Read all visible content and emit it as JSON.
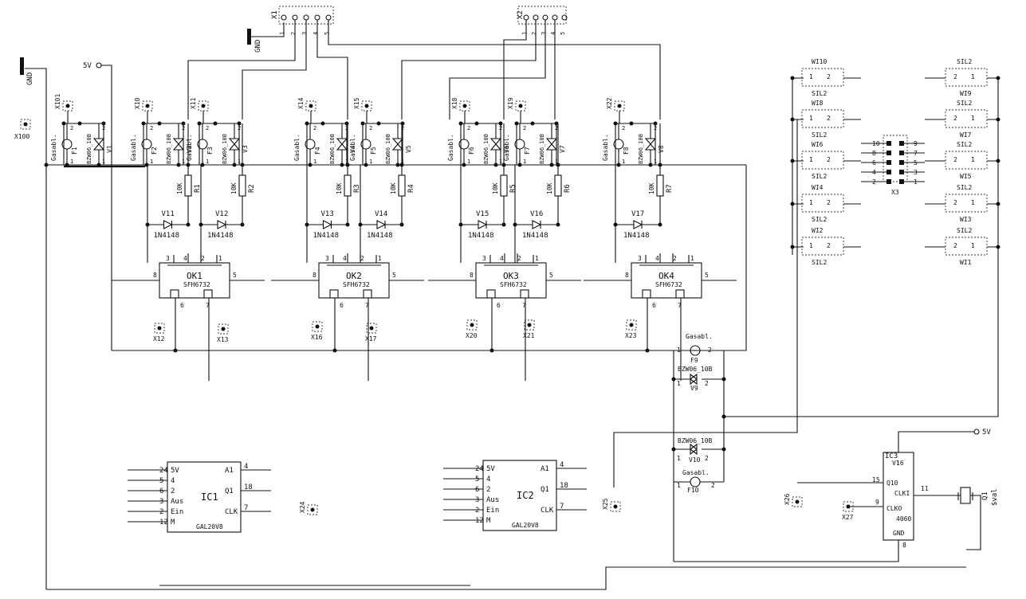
{
  "supply": {
    "vcc": "5V",
    "gnd": "GND",
    "vcc_ic3": "5V"
  },
  "connectors": {
    "X1": {
      "label": "X1",
      "pins": [
        "1",
        "2",
        "3",
        "4",
        "5"
      ]
    },
    "X2": {
      "label": "X2",
      "pins": [
        "1",
        "2",
        "3",
        "4",
        "5"
      ]
    },
    "X3": {
      "label": "X3",
      "left_pins": [
        "10",
        "8",
        "6",
        "4",
        "2"
      ],
      "right_pins": [
        "9",
        "7",
        "5",
        "3",
        "1"
      ]
    }
  },
  "jumpers_left": [
    {
      "name": "WI10",
      "pkg": "SIL2",
      "pins": [
        "1",
        "2"
      ]
    },
    {
      "name": "WI8",
      "pkg": "SIL2",
      "pins": [
        "1",
        "2"
      ]
    },
    {
      "name": "WI6",
      "pkg": "SIL2",
      "pins": [
        "1",
        "2"
      ]
    },
    {
      "name": "WI4",
      "pkg": "SIL2",
      "pins": [
        "1",
        "2"
      ]
    },
    {
      "name": "WI2",
      "pkg": "SIL2",
      "pins": [
        "1",
        "2"
      ]
    }
  ],
  "jumpers_right": [
    {
      "name": "WI9",
      "pkg": "SIL2",
      "pins": [
        "2",
        "1"
      ]
    },
    {
      "name": "WI7",
      "pkg": "SIL2",
      "pins": [
        "2",
        "1"
      ]
    },
    {
      "name": "WI5",
      "pkg": "SIL2",
      "pins": [
        "2",
        "1"
      ]
    },
    {
      "name": "WI3",
      "pkg": "SIL2",
      "pins": [
        "2",
        "1"
      ]
    },
    {
      "name": "WI1",
      "pkg": "SIL2",
      "pins": [
        "2",
        "1"
      ]
    }
  ],
  "testpoints": [
    "X100",
    "X101",
    "X10",
    "X11",
    "X14",
    "X15",
    "X18",
    "X19",
    "X22",
    "X12",
    "X13",
    "X16",
    "X17",
    "X20",
    "X21",
    "X23",
    "X24",
    "X25",
    "X26",
    "X27"
  ],
  "channel_parts": {
    "fuse_type": "Gasabl.",
    "fuses": [
      "F1",
      "F2",
      "F3",
      "F4",
      "F5",
      "F6",
      "F7",
      "F8"
    ],
    "zener_type": "BZW06_10B",
    "zeners": [
      "V1",
      "V2",
      "V3",
      "V4",
      "V5",
      "V6",
      "V7",
      "V8"
    ],
    "res_value": "10K",
    "resistors": [
      "R1",
      "R2",
      "R3",
      "R4",
      "R5",
      "R6",
      "R7"
    ],
    "diode_type": "1N4148",
    "diodes": [
      "V11",
      "V12",
      "V13",
      "V14",
      "V15",
      "V16",
      "V17"
    ]
  },
  "optocouplers": [
    {
      "name": "OK1",
      "type": "SFH6732"
    },
    {
      "name": "OK2",
      "type": "SFH6732"
    },
    {
      "name": "OK3",
      "type": "SFH6732"
    },
    {
      "name": "OK4",
      "type": "SFH6732"
    }
  ],
  "extra_parts": {
    "F9": "F9",
    "F10": "F10",
    "V9": "V9",
    "V10": "V10",
    "fuse_type": "Gasabl.",
    "zener_type": "BZW06_10B"
  },
  "gals": [
    {
      "name": "IC1",
      "type": "GAL20V8",
      "left_pins": [
        [
          "24",
          "5V"
        ],
        [
          "5",
          "4"
        ],
        [
          "6",
          "2"
        ],
        [
          "3",
          "Aus"
        ],
        [
          "2",
          "Ein"
        ],
        [
          "12",
          "M"
        ]
      ],
      "right_pins": [
        [
          "4",
          "A1"
        ],
        [
          "18",
          "Q1"
        ],
        [
          "7",
          "CLK"
        ]
      ]
    },
    {
      "name": "IC2",
      "type": "GAL20V8",
      "left_pins": [
        [
          "24",
          "5V"
        ],
        [
          "5",
          "4"
        ],
        [
          "6",
          "2"
        ],
        [
          "3",
          "Aus"
        ],
        [
          "2",
          "Ein"
        ],
        [
          "12",
          "M"
        ]
      ],
      "right_pins": [
        [
          "4",
          "A1"
        ],
        [
          "18",
          "Q1"
        ],
        [
          "7",
          "CLK"
        ]
      ]
    }
  ],
  "counter": {
    "name": "IC3",
    "type": "4060",
    "pins": {
      "V1": "16",
      "Q10": "15",
      "CLKI": "11",
      "CLKO": "9",
      "GND": "8"
    }
  },
  "crystal": {
    "name": "Q1",
    "value": "$val"
  },
  "pin_numbers": {
    "p1": "1",
    "p2": "2",
    "p3": "3",
    "p4": "4",
    "p5": "5",
    "p6": "6",
    "p7": "7",
    "p8": "8"
  }
}
